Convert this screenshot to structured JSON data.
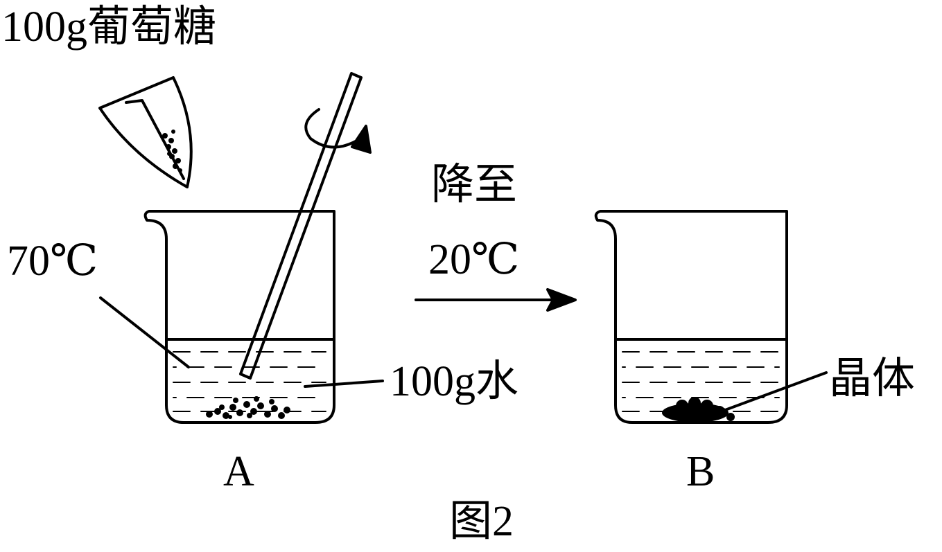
{
  "figure": {
    "packet_label": "100g葡萄糖",
    "temp_a": "70℃",
    "cooling_line1": "降至",
    "cooling_line2": "20℃",
    "water_label": "100g水",
    "crystal_label": "晶体",
    "beaker_a": "A",
    "beaker_b": "B",
    "caption": "图2",
    "colors": {
      "ink": "#000000",
      "paper": "#ffffff"
    }
  }
}
